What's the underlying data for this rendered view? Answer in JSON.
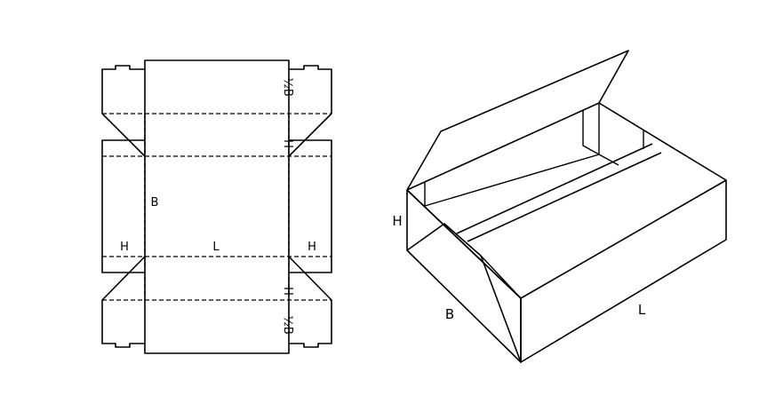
{
  "flat_net": {
    "label_half_b_top": "½B",
    "label_h_top": "H",
    "label_b": "B",
    "label_h_left": "H",
    "label_l": "L",
    "label_h_right": "H",
    "label_h_bottom": "H",
    "label_half_b_bottom": "½B"
  },
  "box_3d": {
    "label_h": "H",
    "label_b": "B",
    "label_l": "L"
  }
}
